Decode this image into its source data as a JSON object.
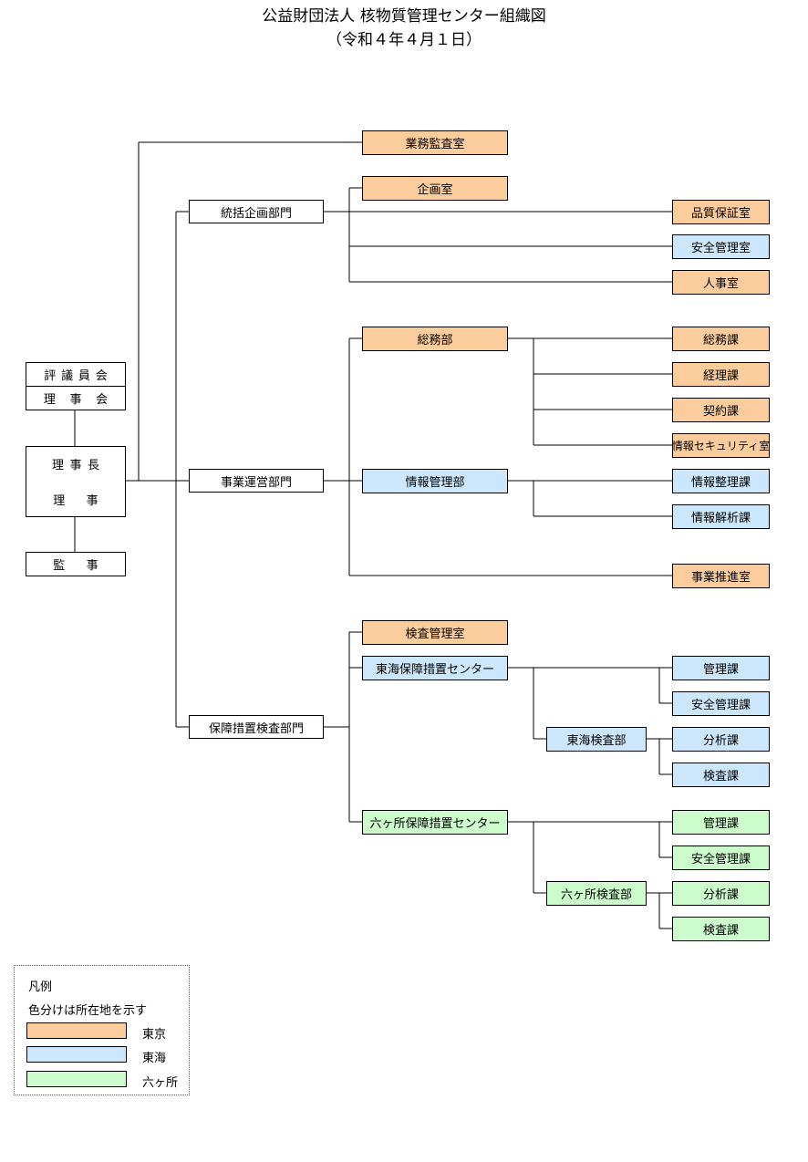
{
  "title": "公益財団法人 核物質管理センター組織図",
  "subtitle": "（令和４年４月１日）",
  "colors": {
    "tokyo": "#fbcd9d",
    "tokai": "#cce7fb",
    "rokkasho": "#ccfbcc"
  },
  "governance": {
    "hyogiinkai": "評議員会",
    "rijikai": "理事会",
    "rijicho": "理事長",
    "riji": "理事",
    "kanji": "監事"
  },
  "offices": {
    "gyomu_kansa": "業務監査室",
    "kikaku": "企画室",
    "hinshitsu": "品質保証室",
    "anzen": "安全管理室",
    "jinji": "人事室",
    "jigyo_suishin": "事業推進室",
    "kensa_kanri": "検査管理室"
  },
  "departments": {
    "tokatsu": "統括企画部門",
    "jigyo_unei": "事業運営部門",
    "hosho": "保障措置検査部門"
  },
  "divisions": {
    "somu": "総務部",
    "joho_kanri": "情報管理部",
    "tokai_center": "東海保障措置センター",
    "tokai_kensa": "東海検査部",
    "rokka_center": "六ヶ所保障措置センター",
    "rokka_kensa": "六ヶ所検査部"
  },
  "sections": {
    "somuka": "総務課",
    "keiri": "経理課",
    "keiyaku": "契約課",
    "security": "情報セキュリティ室",
    "seiri": "情報整理課",
    "kaiseki": "情報解析課",
    "tokai_kanri": "管理課",
    "tokai_anzen": "安全管理課",
    "tokai_bunseki": "分析課",
    "tokai_kensaka": "検査課",
    "rokka_kanri": "管理課",
    "rokka_anzen": "安全管理課",
    "rokka_bunseki": "分析課",
    "rokka_kensaka": "検査課"
  },
  "legend": {
    "heading": "凡例",
    "note": "色分けは所在地を示す",
    "tokyo": "東京",
    "tokai": "東海",
    "rokkasho": "六ヶ所"
  }
}
